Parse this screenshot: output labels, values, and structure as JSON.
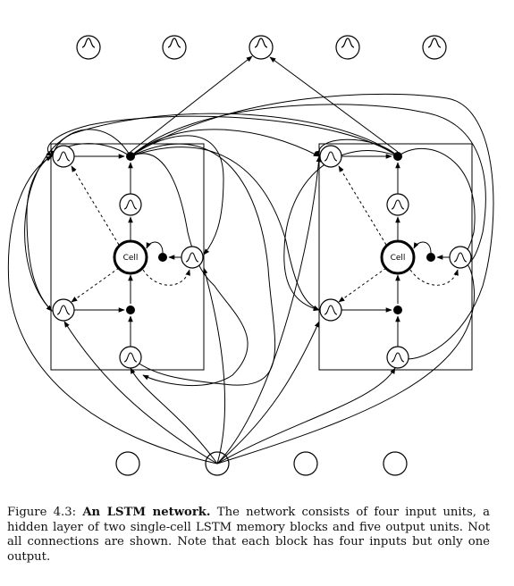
{
  "diagram": {
    "cell_label": "Cell"
  },
  "caption": {
    "label": "Figure 4.3:",
    "title": "An LSTM network.",
    "body": "The network consists of four input units, a hidden layer of two single-cell LSTM memory blocks and five output units. Not all connections are shown. Note that each block has four inputs but only one output."
  }
}
